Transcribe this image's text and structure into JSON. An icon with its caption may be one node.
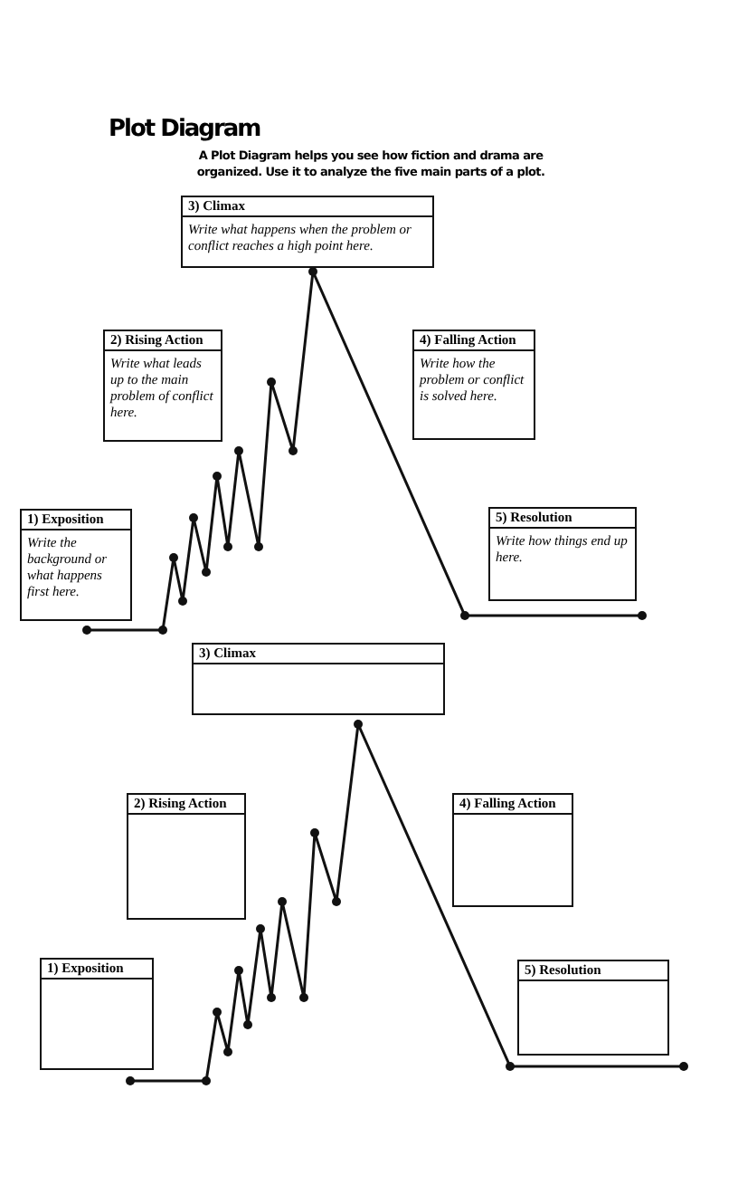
{
  "diagram": {
    "title": "Plot Diagram",
    "nodes": [
      {
        "text": [
          "3) Climax",
          "Write what happens when the problem or conflict reaches a high point here."
        ]
      },
      {
        "text": [
          "2) Rising Action",
          "Write what leads up to the main problem of conflict here."
        ]
      },
      {
        "text": [
          "4) Falling Action",
          "Write how the problem or conflict is solved here."
        ]
      },
      {
        "text": [
          "1) Exposition",
          "Write the background or what happens first here."
        ]
      },
      {
        "text": [
          "5) Resolution",
          "Write how things end up here."
        ]
      },
      {
        "text": [
          "3) Climax"
        ]
      },
      {
        "text": [
          "2) Rising Action"
        ]
      },
      {
        "text": [
          "4) Falling Action"
        ]
      },
      {
        "text": [
          "1) Exposition"
        ]
      },
      {
        "text": [
          "5) Resolution"
        ]
      }
    ],
    "labels": [
      "A Plot Diagram helps you see how fiction and drama are organized. Use it to analyze the five main parts of a plot."
    ]
  }
}
